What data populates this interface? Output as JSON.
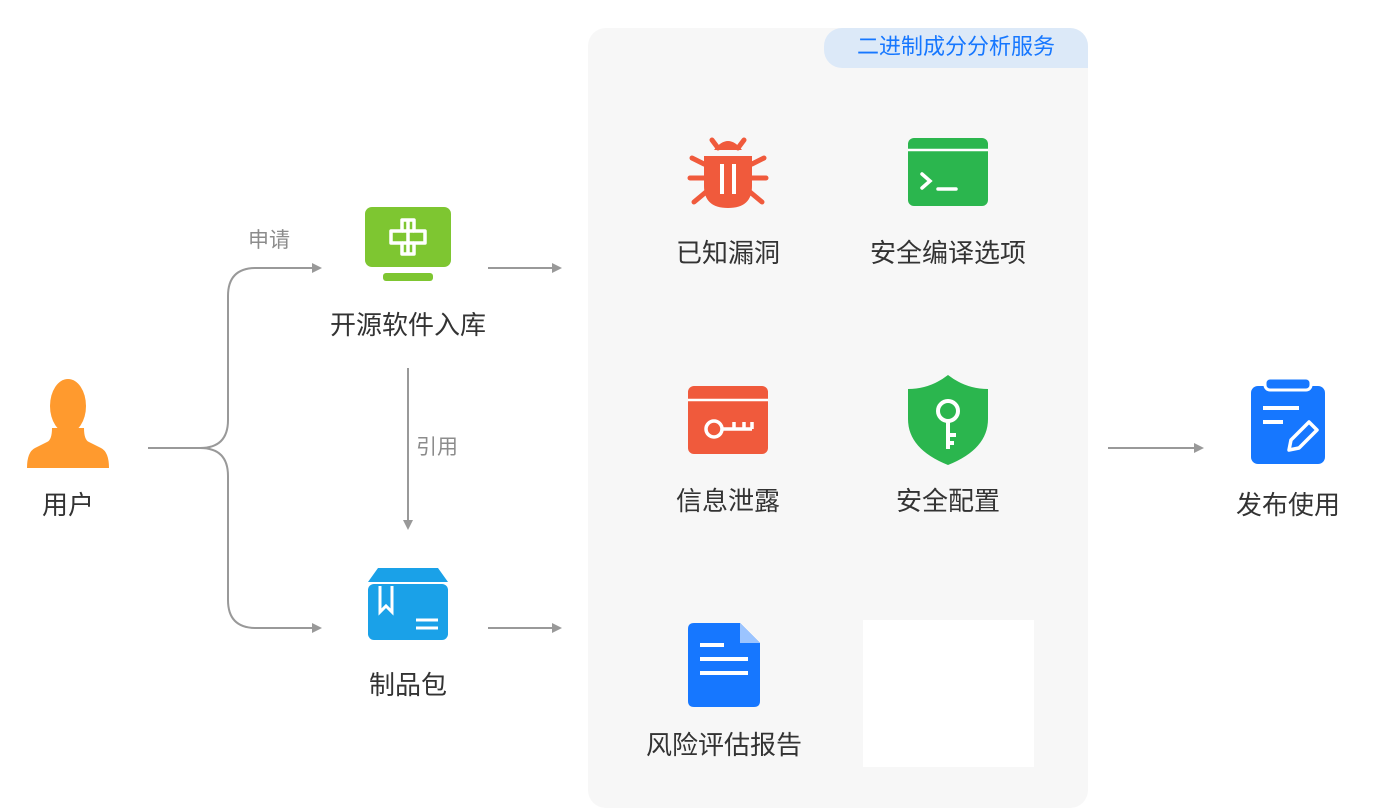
{
  "user": {
    "label": "用户"
  },
  "nodes": {
    "oss_library": {
      "label": "开源软件入库"
    },
    "product_package": {
      "label": "制品包"
    },
    "release": {
      "label": "发布使用"
    }
  },
  "edges": {
    "apply": {
      "label": "申请"
    },
    "reference": {
      "label": "引用"
    }
  },
  "service": {
    "title": "二进制成分分析服务",
    "items": [
      {
        "label": "已知漏洞",
        "icon": "bug-icon",
        "color": "#f05a3c"
      },
      {
        "label": "安全编译选项",
        "icon": "terminal-icon",
        "color": "#2bb64e"
      },
      {
        "label": "信息泄露",
        "icon": "key-card-icon",
        "color": "#f05a3c"
      },
      {
        "label": "安全配置",
        "icon": "shield-key-icon",
        "color": "#2bb64e"
      },
      {
        "label": "风险评估报告",
        "icon": "document-icon",
        "color": "#1677ff"
      }
    ]
  },
  "colors": {
    "user": "#ff9a2e",
    "oss_library": "#7ec631",
    "product_package": "#1aa1e8",
    "release": "#1677ff",
    "arrow": "#999999",
    "panel": "#f7f7f7",
    "panel_title_bg": "#dce9f8",
    "panel_title_text": "#1677ff"
  }
}
